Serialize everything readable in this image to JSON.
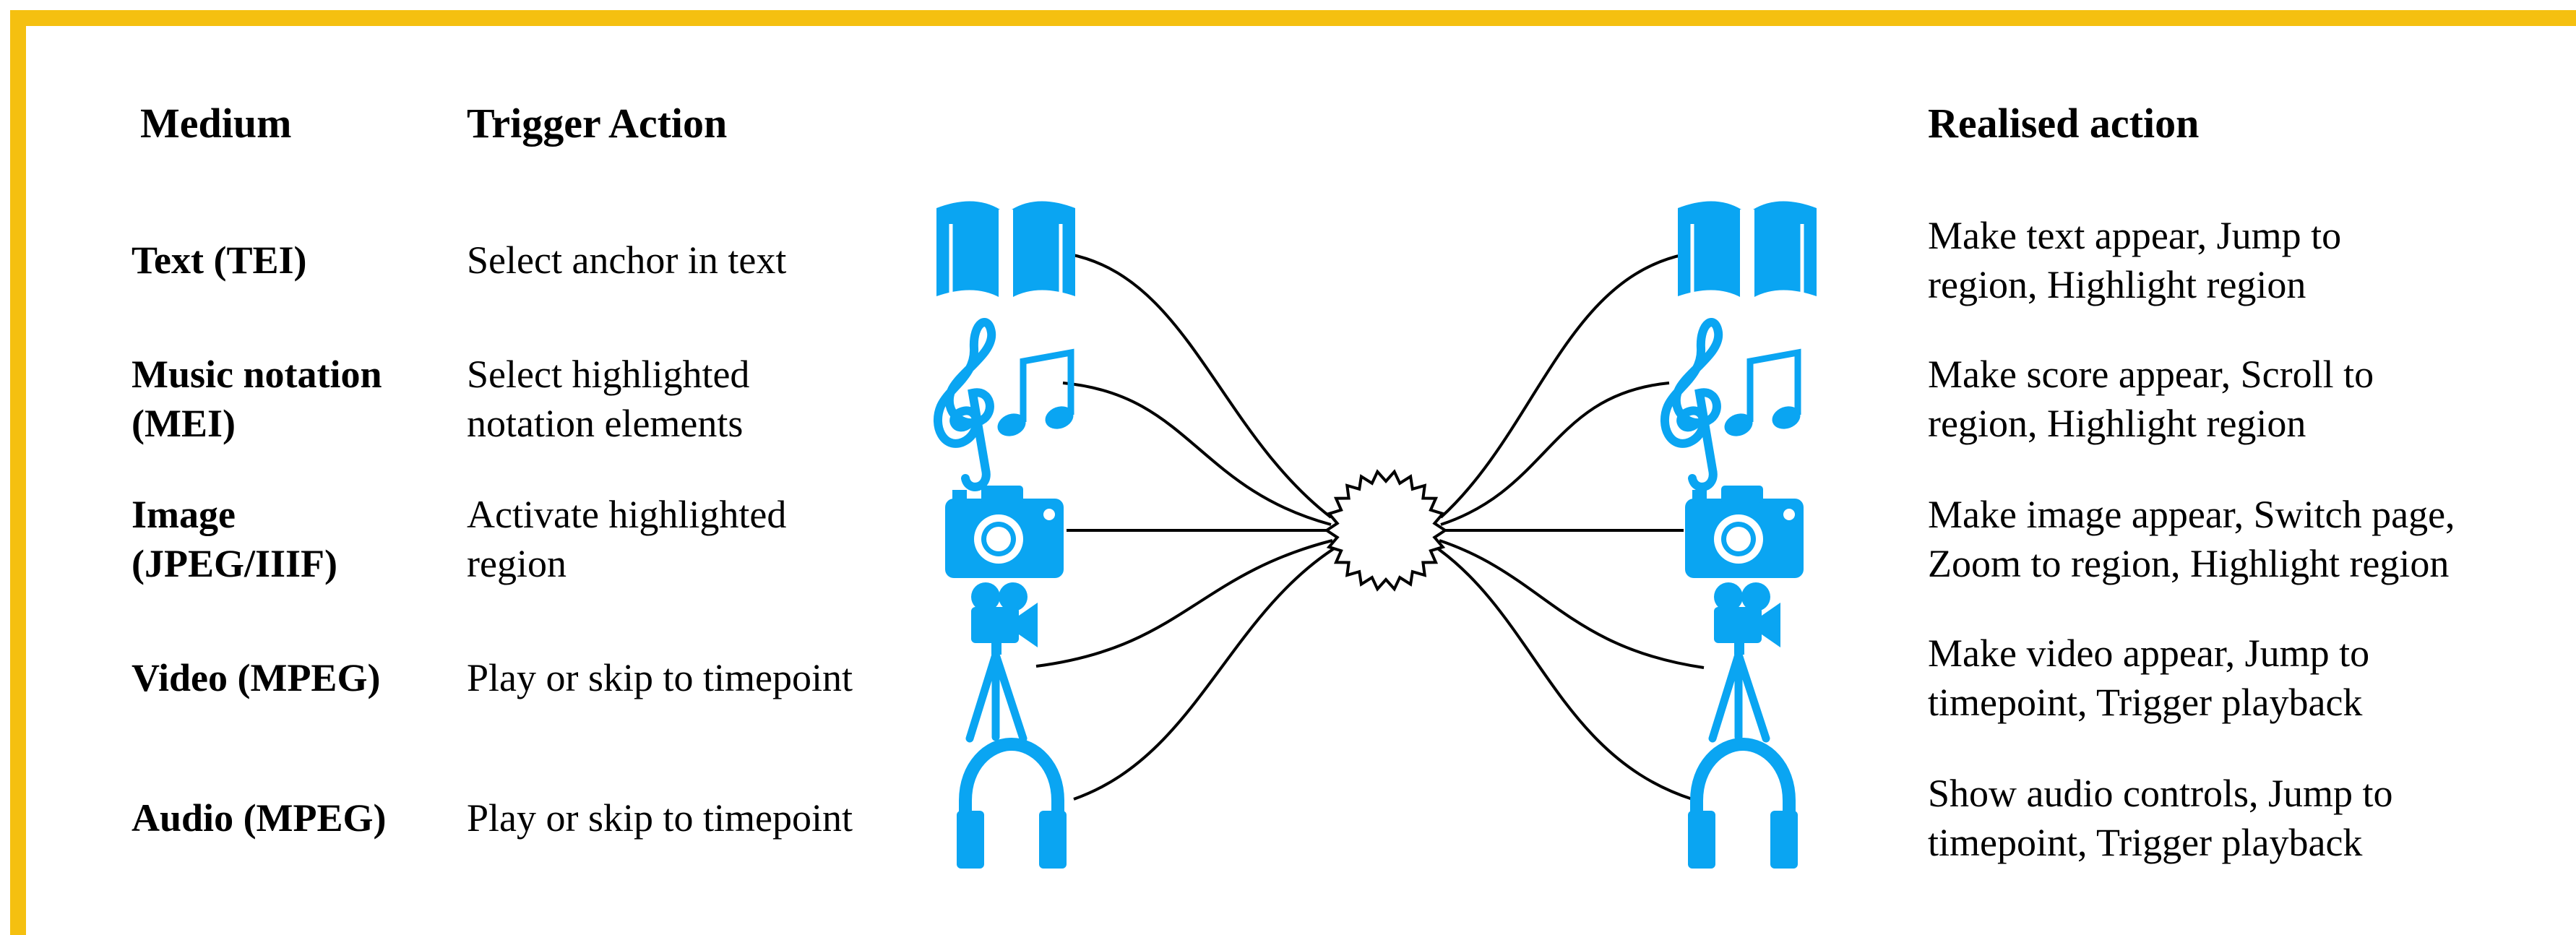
{
  "headers": {
    "medium": "Medium",
    "trigger": "Trigger Action",
    "realised": "Realised action"
  },
  "rows": [
    {
      "medium": [
        "Text (TEI)"
      ],
      "trigger": [
        "Select anchor in text"
      ],
      "icon": "open-book-icon",
      "realised": [
        "Make text appear, Jump to",
        "region, Highlight region"
      ]
    },
    {
      "medium": [
        "Music notation",
        "(MEI)"
      ],
      "trigger": [
        "Select highlighted",
        "notation elements"
      ],
      "icon": "treble-clef-music-notes-icon",
      "realised": [
        "Make score appear, Scroll to",
        "region, Highlight region"
      ]
    },
    {
      "medium": [
        "Image",
        "(JPEG/IIIF)"
      ],
      "trigger": [
        "Activate highlighted",
        "region"
      ],
      "icon": "camera-icon",
      "realised": [
        "Make image appear, Switch page,",
        "Zoom to region, Highlight region"
      ]
    },
    {
      "medium": [
        "Video (MPEG)"
      ],
      "trigger": [
        "Play or skip to timepoint"
      ],
      "icon": "movie-camera-tripod-icon",
      "realised": [
        "Make video appear, Jump to",
        "timepoint, Trigger playback"
      ]
    },
    {
      "medium": [
        "Audio (MPEG)"
      ],
      "trigger": [
        "Play or skip to timepoint"
      ],
      "icon": "headphones-icon",
      "realised": [
        "Show audio controls, Jump to",
        "timepoint, Trigger playback"
      ]
    }
  ],
  "colors": {
    "border": "#F5C010",
    "icon": "#0AA5F2",
    "line": "#000000"
  },
  "hub": "starburst-hub"
}
